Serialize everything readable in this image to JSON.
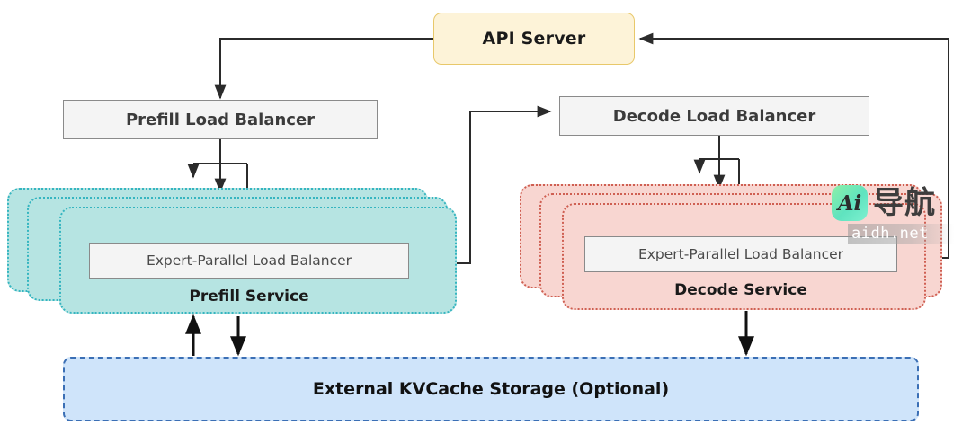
{
  "diagram": {
    "title_node": {
      "label": "API Server"
    },
    "load_balancers": [
      {
        "id": "prefill-lb",
        "label": "Prefill Load Balancer"
      },
      {
        "id": "decode-lb",
        "label": "Decode Load Balancer"
      }
    ],
    "services": [
      {
        "id": "prefill-service",
        "label": "Prefill Service",
        "inner_label": "Expert-Parallel Load Balancer",
        "replicas": 3,
        "fill_color": "#b6e4e2",
        "border_color": "#35b5c0"
      },
      {
        "id": "decode-service",
        "label": "Decode Service",
        "inner_label": "Expert-Parallel Load Balancer",
        "replicas": 3,
        "fill_color": "#f8d6d1",
        "border_color": "#cf5f52"
      }
    ],
    "storage": {
      "id": "kvcache",
      "label": "External KVCache Storage (Optional)",
      "fill_color": "#cfe4fa",
      "border_color": "#3b6fb5"
    },
    "colors": {
      "api_fill": "#fdf3d8",
      "api_border": "#e8c86a",
      "lb_fill": "#f4f4f4",
      "lb_border": "#8a8a8a",
      "edge": "#2b2b2b"
    }
  },
  "watermark": {
    "logo_text": "Ai",
    "brand_cn": "导航",
    "url": "aidh.net"
  }
}
